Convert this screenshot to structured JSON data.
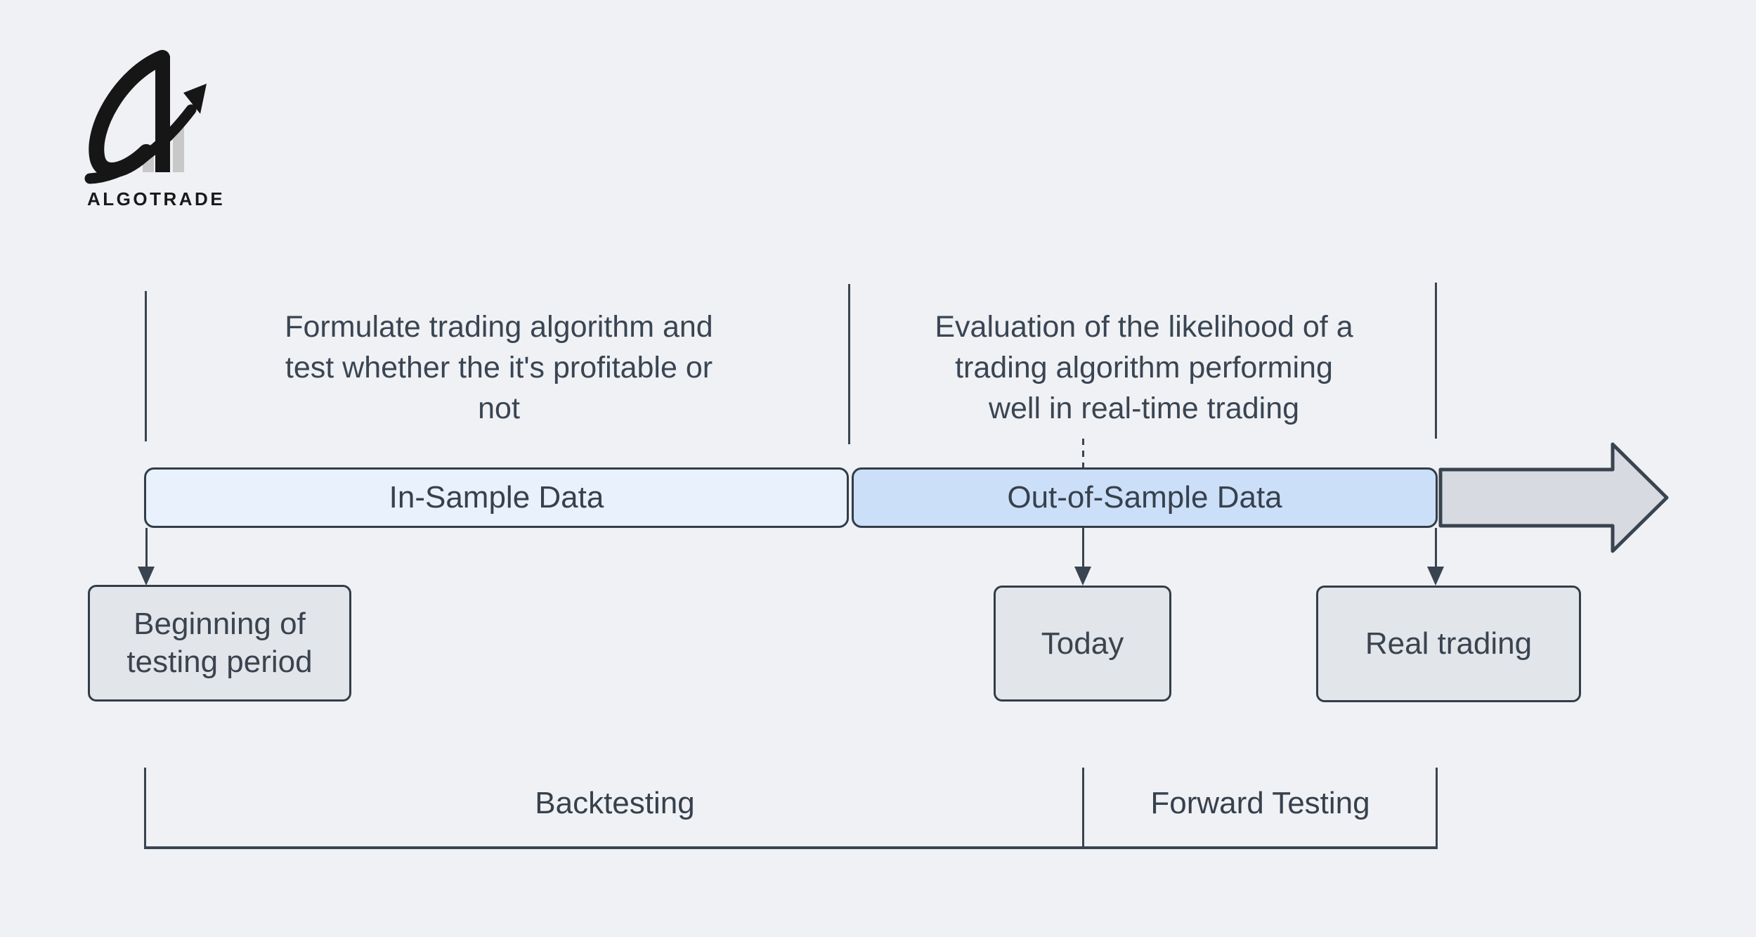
{
  "colors": {
    "background": "#EFF1F4",
    "ink": "#3A4450",
    "in_sample_fill": "#E9F1FD",
    "out_sample_fill": "#CCDFF8",
    "milestone_fill": "#E2E5E9",
    "future_arrow_fill": "#D7DBE1",
    "logo_black": "#161616",
    "logo_gray": "#C8C8C8"
  },
  "logo": {
    "brand": "ALGOTRADE",
    "mark": "stylized-a-with-growth-arrow-and-bar-chart"
  },
  "annotations": {
    "in_sample_note": "Formulate trading algorithm and\ntest whether the it's profitable or\nnot",
    "out_sample_note": "Evaluation of the likelihood of a\ntrading algorithm performing\nwell in real-time trading"
  },
  "timeline": {
    "segments": [
      {
        "label": "In-Sample Data"
      },
      {
        "label": "Out-of-Sample Data"
      }
    ]
  },
  "milestones": [
    {
      "label": "Beginning of\ntesting period"
    },
    {
      "label": "Today"
    },
    {
      "label": "Real trading"
    }
  ],
  "phases": [
    {
      "label": "Backtesting"
    },
    {
      "label": "Forward Testing"
    }
  ]
}
